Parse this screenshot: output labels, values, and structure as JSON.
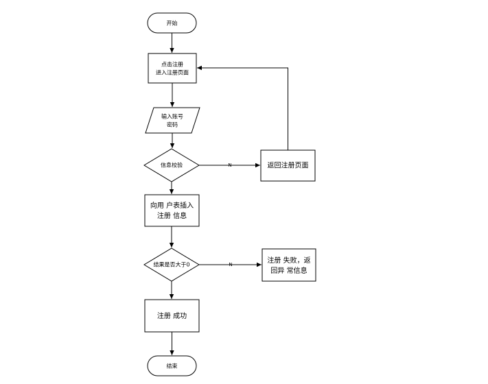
{
  "nodes": {
    "start": {
      "label": "开始"
    },
    "click_register": {
      "line1": "点击注册",
      "line2": "进入注册页面"
    },
    "input_credentials": {
      "line1": "输入账号",
      "line2": "密码"
    },
    "verify_info": {
      "label": "信息校验"
    },
    "return_register_page": {
      "label": "返回注册页面"
    },
    "insert_user_table": {
      "line1": "向用 户表插入",
      "line2": "注册 信息"
    },
    "result_check": {
      "label": "结果是否大于0"
    },
    "register_fail": {
      "line1": "注册 失败，返",
      "line2": "回异 常信息"
    },
    "register_success": {
      "label": "注册 成功"
    },
    "end": {
      "label": "结束"
    }
  },
  "edges": {
    "verify_no": {
      "label": "N"
    },
    "result_no": {
      "label": "N"
    }
  }
}
